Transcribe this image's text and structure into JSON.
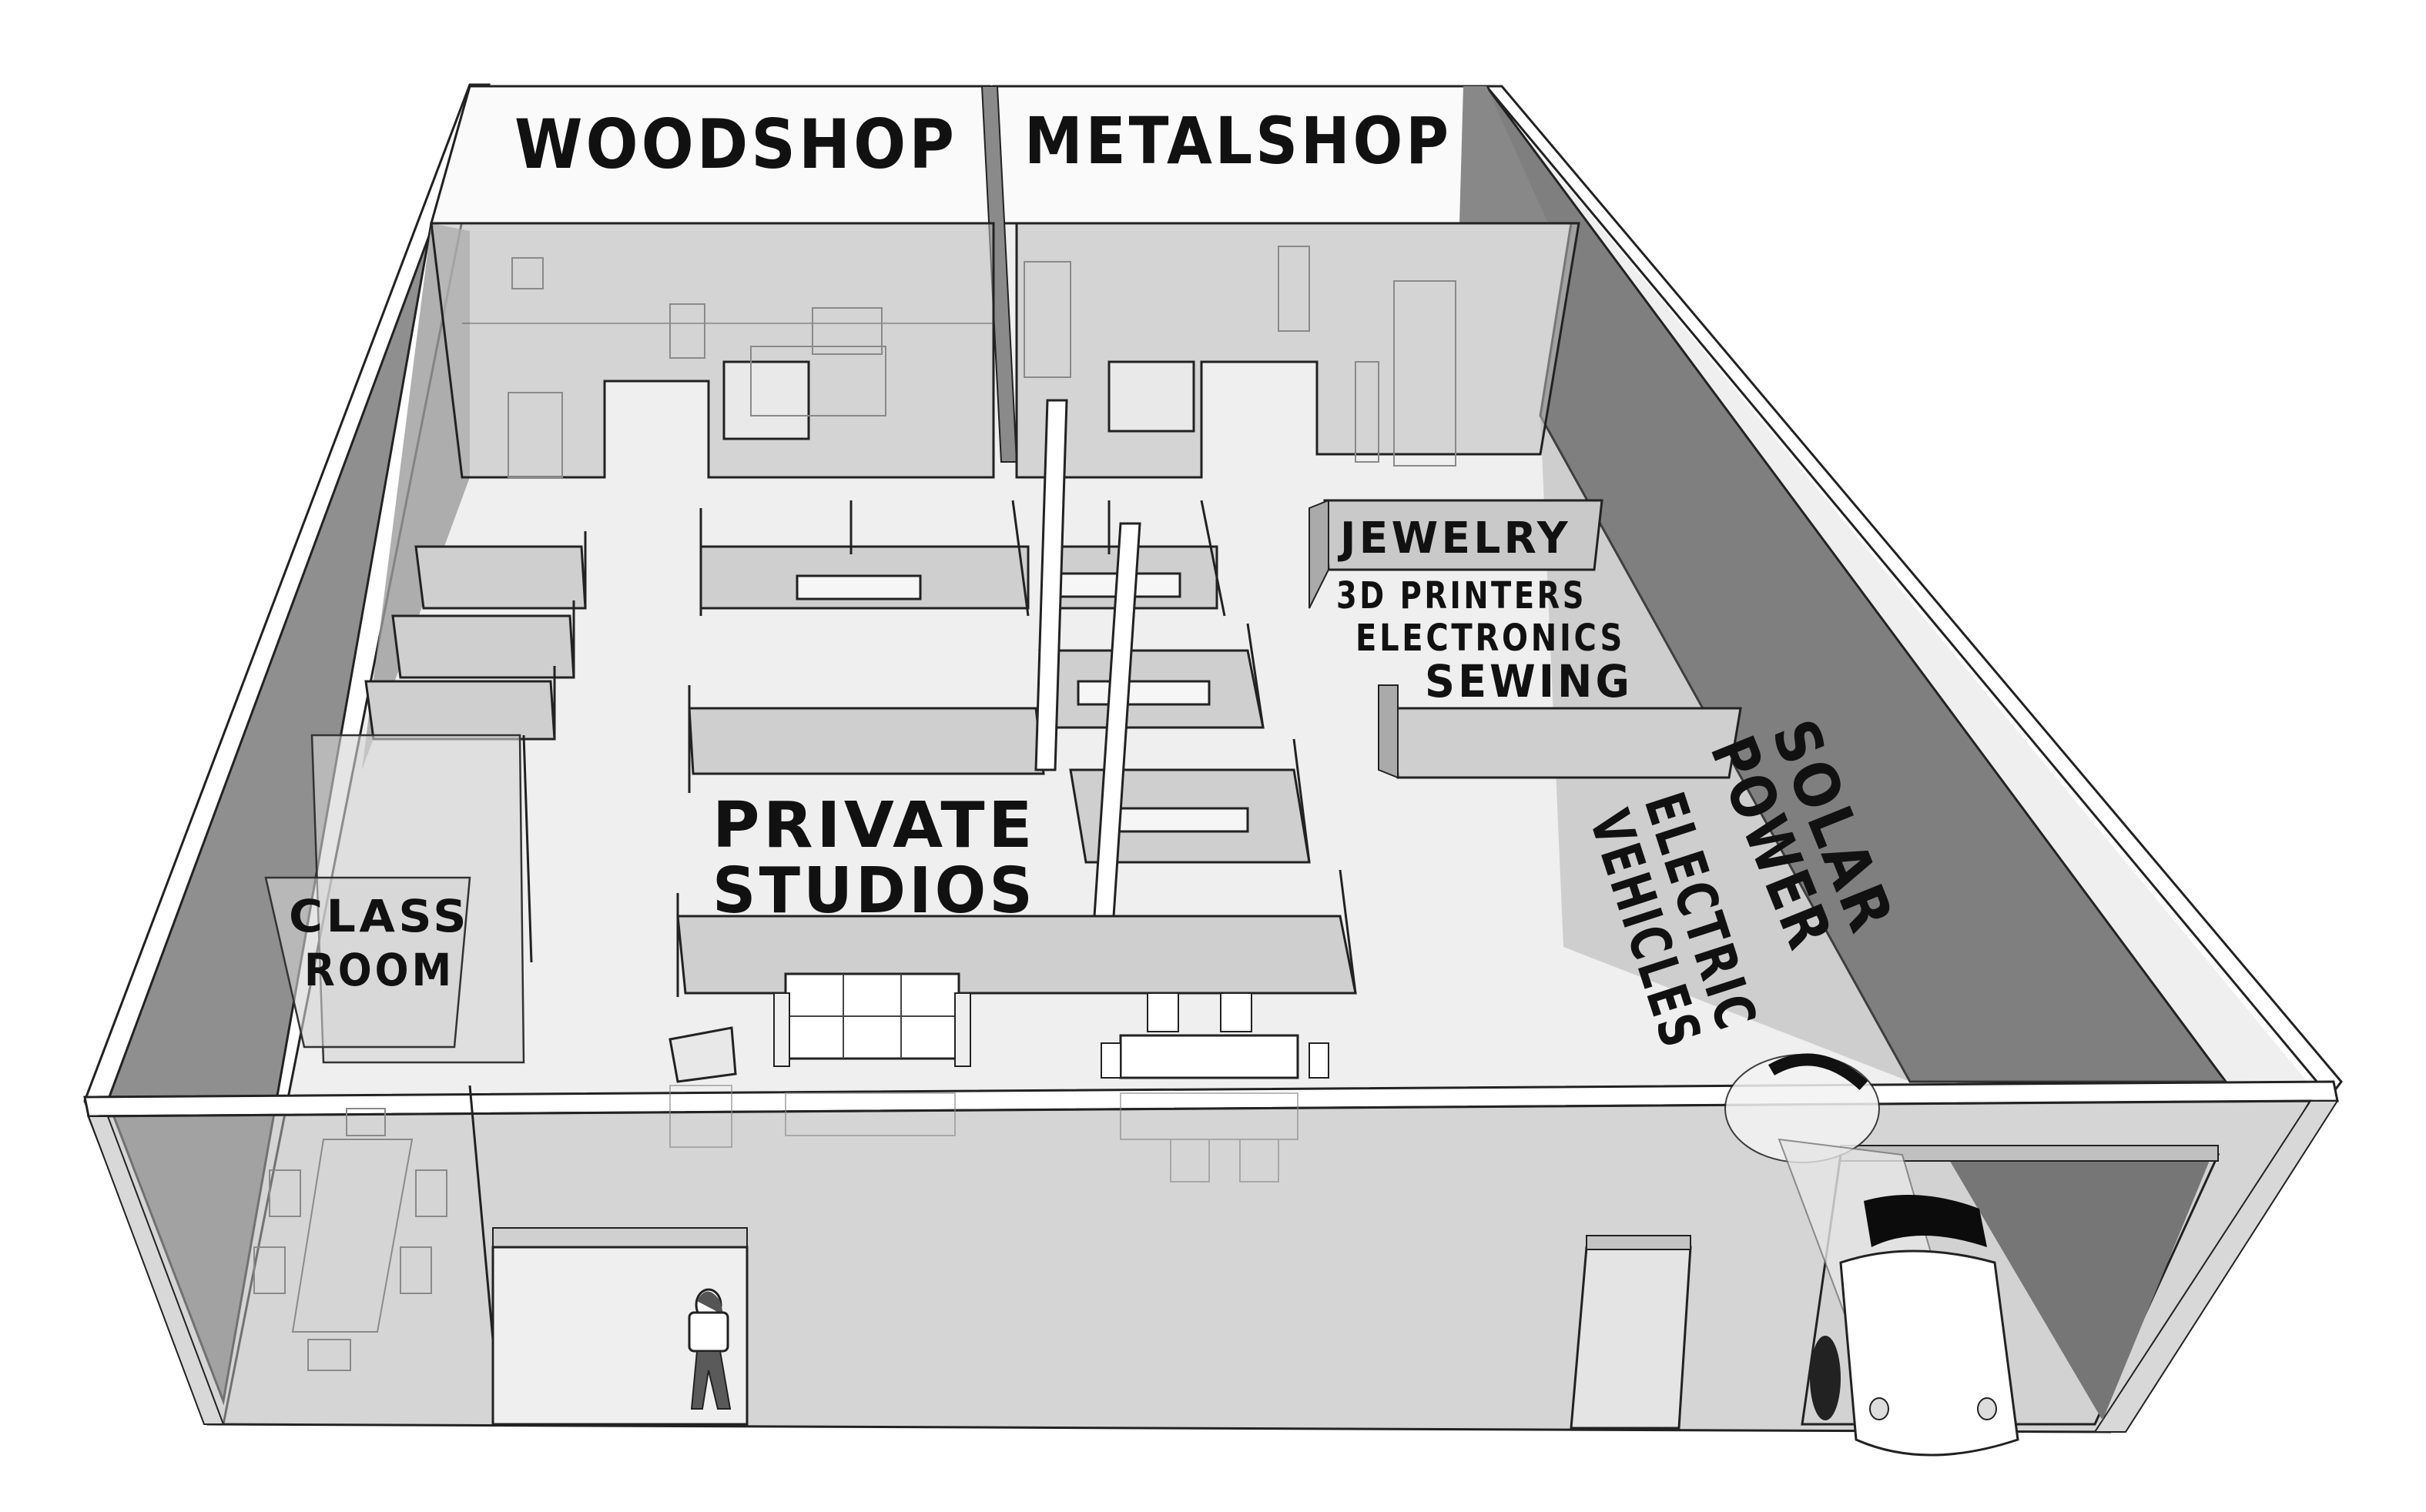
{
  "diagram": {
    "type": "3d-floor-plan",
    "subject": "makerspace layout",
    "colors": {
      "background": "#ffffff",
      "floor": "#efefef",
      "outer_wall_dark": "#858585",
      "side_wall": "#9a9a9a",
      "glass": "#bdbdbd",
      "sign_white": "#fafafa",
      "label_ink": "#111111"
    }
  },
  "labels": {
    "woodshop": "WOODSHOP",
    "metalshop": "METALSHOP",
    "jewelry": "JEWELRY",
    "printers": "3D PRINTERS",
    "electronics": "ELECTRONICS",
    "sewing": "SEWING",
    "private_line1": "PRIVATE",
    "private_line2": "STUDIOS",
    "class_line1": "CLASS",
    "class_line2": "ROOM",
    "ev_line1": "ELECTRIC",
    "ev_line2": "VEHICLES",
    "solar_line1": "SOLAR",
    "solar_line2": "POWER"
  },
  "zones": [
    {
      "name": "Woodshop",
      "position": "back-left"
    },
    {
      "name": "Metalshop",
      "position": "back-right"
    },
    {
      "name": "Jewelry",
      "position": "right-middle"
    },
    {
      "name": "3D Printers",
      "position": "right-middle"
    },
    {
      "name": "Electronics",
      "position": "right-middle"
    },
    {
      "name": "Sewing",
      "position": "right-middle"
    },
    {
      "name": "Private Studios",
      "position": "center"
    },
    {
      "name": "Class Room",
      "position": "left-front"
    },
    {
      "name": "Electric Vehicles",
      "position": "right-front"
    },
    {
      "name": "Solar Power",
      "position": "right wall"
    }
  ],
  "objects": {
    "person": "standing person near front entrance",
    "car": "white vintage car in garage bay",
    "sofa": "three-seat sofa",
    "dining_set": "table with chairs",
    "conference_table": "classroom table with 8 chairs"
  }
}
